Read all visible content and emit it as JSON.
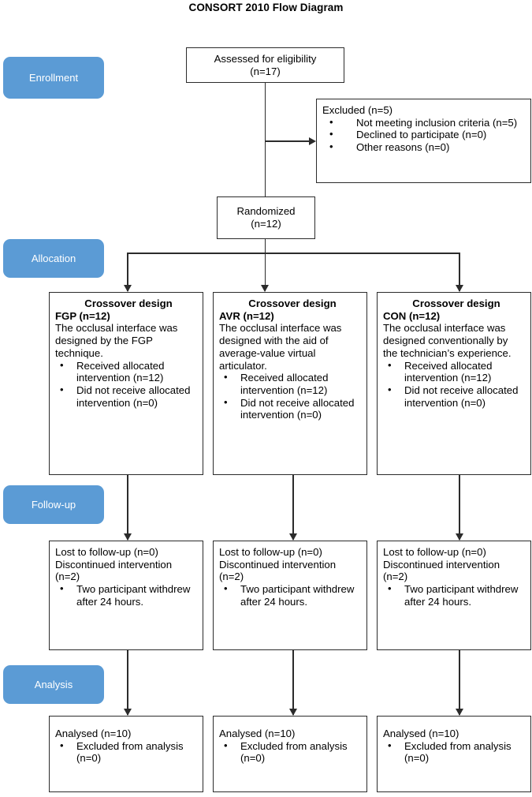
{
  "title": "CONSORT 2010 Flow Diagram",
  "colors": {
    "pill_background": "#5b9bd5",
    "pill_text": "#ffffff",
    "box_border": "#2b2b2b",
    "box_background": "#ffffff",
    "connector": "#2b2b2b"
  },
  "stages": [
    {
      "id": "enrollment",
      "label": "Enrollment"
    },
    {
      "id": "allocation",
      "label": "Allocation"
    },
    {
      "id": "followup",
      "label": "Follow-up"
    },
    {
      "id": "analysis",
      "label": "Analysis"
    }
  ],
  "enrollment": {
    "assessed": {
      "line1": "Assessed for eligibility",
      "line2": "(n=17)"
    },
    "excluded": {
      "heading": "Excluded (n=5)",
      "bullets": [
        "Not meeting inclusion criteria (n=5)",
        "Declined to participate (n=0)",
        "Other reasons (n=0)"
      ]
    },
    "randomized": {
      "line1": "Randomized",
      "line2": "(n=12)"
    }
  },
  "allocation": {
    "arms": [
      {
        "id": "fgp",
        "heading_line1": "Crossover design",
        "heading_line2": "FGP (n=12)",
        "description": "The occlusal  interface was designed  by the FGP technique.",
        "bullets": [
          "Received allocated intervention (n=12)",
          "Did not receive allocated intervention (n=0)"
        ]
      },
      {
        "id": "avr",
        "heading_line1": "Crossover design",
        "heading_line2": "AVR (n=12)",
        "description": "The occlusal  interface was designed with the aid of average-value virtual articulator.",
        "bullets": [
          "Received allocated intervention (n=12)",
          "Did not receive allocated intervention (n=0)"
        ]
      },
      {
        "id": "con",
        "heading_line1": "Crossover design",
        "heading_line2": "CON (n=12)",
        "description": "The occlusal  interface was designed conventionally by the technician’s experience.",
        "bullets": [
          "Received allocated intervention (n=12)",
          "Did not receive allocated intervention (n=0)"
        ]
      }
    ]
  },
  "followup": {
    "arms": [
      {
        "id": "fgp",
        "line1": "Lost to follow-up (n=0)",
        "line2": "Discontinued intervention (n=2)",
        "bullets": [
          "Two participant withdrew after 24 hours."
        ]
      },
      {
        "id": "avr",
        "line1": "Lost to follow-up (n=0)",
        "line2": "Discontinued intervention (n=2)",
        "bullets": [
          "Two participant withdrew after 24 hours."
        ]
      },
      {
        "id": "con",
        "line1": "Lost to follow-up (n=0)",
        "line2": "Discontinued intervention (n=2)",
        "bullets": [
          "Two participant withdrew after 24 hours."
        ]
      }
    ]
  },
  "analysis": {
    "arms": [
      {
        "id": "fgp",
        "line1": "Analysed (n=10)",
        "bullets": [
          "Excluded from analysis (n=0)"
        ]
      },
      {
        "id": "avr",
        "line1": "Analysed (n=10)",
        "bullets": [
          "Excluded from analysis (n=0)"
        ]
      },
      {
        "id": "con",
        "line1": "Analysed (n=10)",
        "bullets": [
          "Excluded from analysis (n=0)"
        ]
      }
    ]
  }
}
